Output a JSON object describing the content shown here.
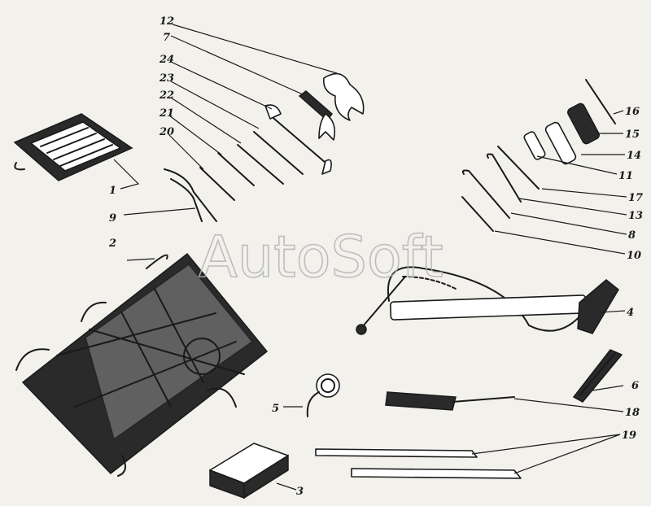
{
  "watermark": "AutoSoft",
  "labels": {
    "l1": "1",
    "l2": "2",
    "l3": "3",
    "l4": "4",
    "l5": "5",
    "l6": "6",
    "l7": "7",
    "l8": "8",
    "l9": "9",
    "l10": "10",
    "l11": "11",
    "l12": "12",
    "l13": "13",
    "l14": "14",
    "l15": "15",
    "l16": "16",
    "l17": "17",
    "l18": "18",
    "l19": "19",
    "l20": "20",
    "l21": "21",
    "l22": "22",
    "l23": "23",
    "l24": "24"
  }
}
